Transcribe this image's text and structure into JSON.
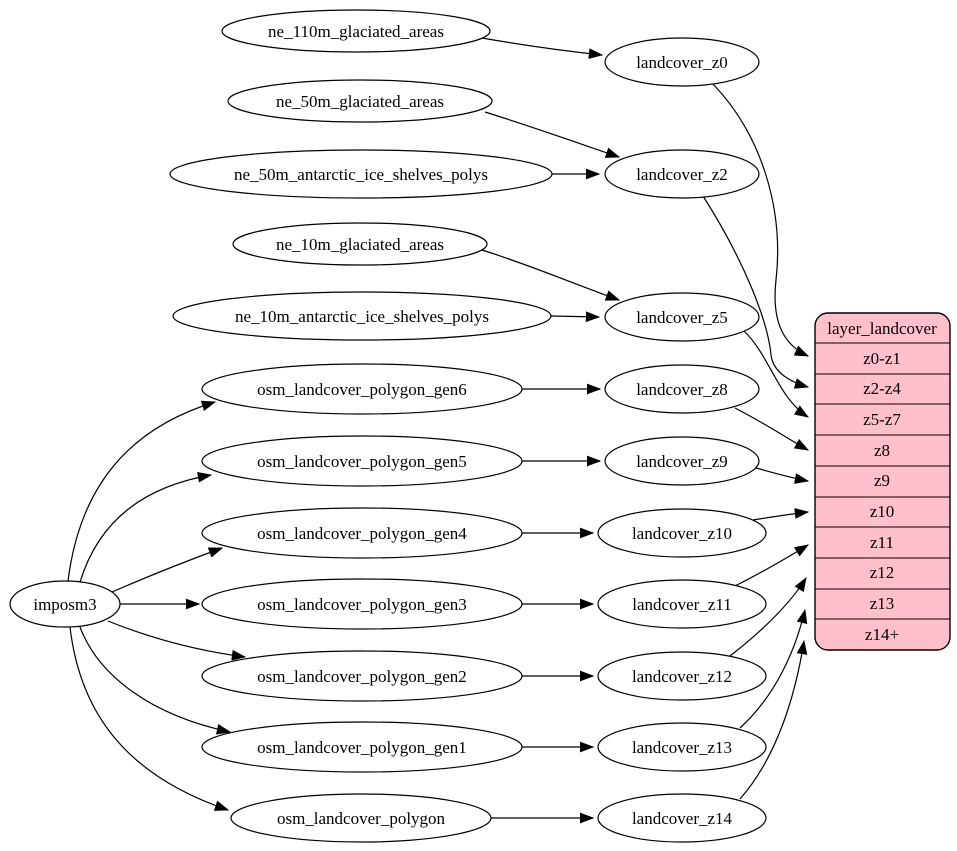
{
  "nodes": {
    "imposm3": "imposm3",
    "ne_110m_glaciated_areas": "ne_110m_glaciated_areas",
    "ne_50m_glaciated_areas": "ne_50m_glaciated_areas",
    "ne_50m_antarctic_ice_shelves_polys": "ne_50m_antarctic_ice_shelves_polys",
    "ne_10m_glaciated_areas": "ne_10m_glaciated_areas",
    "ne_10m_antarctic_ice_shelves_polys": "ne_10m_antarctic_ice_shelves_polys",
    "osm_landcover_polygon_gen6": "osm_landcover_polygon_gen6",
    "osm_landcover_polygon_gen5": "osm_landcover_polygon_gen5",
    "osm_landcover_polygon_gen4": "osm_landcover_polygon_gen4",
    "osm_landcover_polygon_gen3": "osm_landcover_polygon_gen3",
    "osm_landcover_polygon_gen2": "osm_landcover_polygon_gen2",
    "osm_landcover_polygon_gen1": "osm_landcover_polygon_gen1",
    "osm_landcover_polygon": "osm_landcover_polygon",
    "landcover_z0": "landcover_z0",
    "landcover_z2": "landcover_z2",
    "landcover_z5": "landcover_z5",
    "landcover_z8": "landcover_z8",
    "landcover_z9": "landcover_z9",
    "landcover_z10": "landcover_z10",
    "landcover_z11": "landcover_z11",
    "landcover_z12": "landcover_z12",
    "landcover_z13": "landcover_z13",
    "landcover_z14": "landcover_z14"
  },
  "table": {
    "title": "layer_landcover",
    "rows": [
      "z0-z1",
      "z2-z4",
      "z5-z7",
      "z8",
      "z9",
      "z10",
      "z11",
      "z12",
      "z13",
      "z14+"
    ]
  },
  "edges": [
    {
      "from": "ne_110m_glaciated_areas",
      "to": "landcover_z0"
    },
    {
      "from": "ne_50m_glaciated_areas",
      "to": "landcover_z2"
    },
    {
      "from": "ne_50m_antarctic_ice_shelves_polys",
      "to": "landcover_z2"
    },
    {
      "from": "ne_10m_glaciated_areas",
      "to": "landcover_z5"
    },
    {
      "from": "ne_10m_antarctic_ice_shelves_polys",
      "to": "landcover_z5"
    },
    {
      "from": "imposm3",
      "to": "osm_landcover_polygon_gen6"
    },
    {
      "from": "imposm3",
      "to": "osm_landcover_polygon_gen5"
    },
    {
      "from": "imposm3",
      "to": "osm_landcover_polygon_gen4"
    },
    {
      "from": "imposm3",
      "to": "osm_landcover_polygon_gen3"
    },
    {
      "from": "imposm3",
      "to": "osm_landcover_polygon_gen2"
    },
    {
      "from": "imposm3",
      "to": "osm_landcover_polygon_gen1"
    },
    {
      "from": "imposm3",
      "to": "osm_landcover_polygon"
    },
    {
      "from": "osm_landcover_polygon_gen6",
      "to": "landcover_z8"
    },
    {
      "from": "osm_landcover_polygon_gen5",
      "to": "landcover_z9"
    },
    {
      "from": "osm_landcover_polygon_gen4",
      "to": "landcover_z10"
    },
    {
      "from": "osm_landcover_polygon_gen3",
      "to": "landcover_z11"
    },
    {
      "from": "osm_landcover_polygon_gen2",
      "to": "landcover_z12"
    },
    {
      "from": "osm_landcover_polygon_gen1",
      "to": "landcover_z13"
    },
    {
      "from": "osm_landcover_polygon",
      "to": "landcover_z14"
    },
    {
      "from": "landcover_z0",
      "to": "z0-z1"
    },
    {
      "from": "landcover_z2",
      "to": "z2-z4"
    },
    {
      "from": "landcover_z5",
      "to": "z5-z7"
    },
    {
      "from": "landcover_z8",
      "to": "z8"
    },
    {
      "from": "landcover_z9",
      "to": "z9"
    },
    {
      "from": "landcover_z10",
      "to": "z10"
    },
    {
      "from": "landcover_z11",
      "to": "z11"
    },
    {
      "from": "landcover_z12",
      "to": "z12"
    },
    {
      "from": "landcover_z13",
      "to": "z13"
    },
    {
      "from": "landcover_z14",
      "to": "z14+"
    }
  ],
  "colors": {
    "table_fill": "#FFC0CB",
    "node_fill": "#FFFFFF",
    "edge": "#000000"
  }
}
